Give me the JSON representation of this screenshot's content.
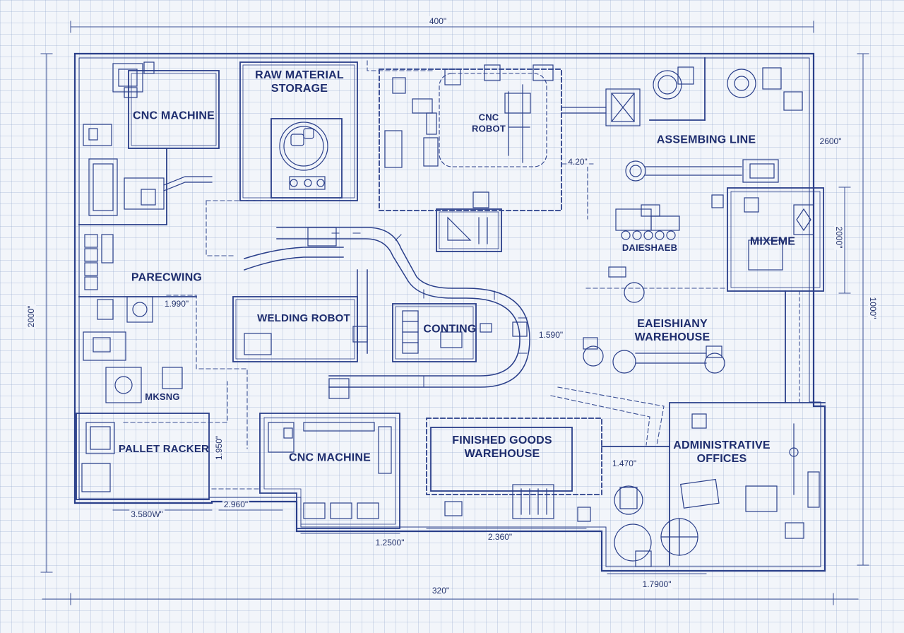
{
  "colors": {
    "ink": "#2a3f8a",
    "ink_light": "#5a6fae",
    "text": "#1e2d6e",
    "paper": "#f2f5fa"
  },
  "rooms": {
    "cnc_machine_top": "CNC MACHINE",
    "raw_material_storage": "RAW MATERIAL\nSTORAGE",
    "cnc_robot": "CNC\nROBOT",
    "assembling_line": "ASSEMBING LINE",
    "daieshaeb": "DAIESHAEB",
    "mixeme": "MIXEME",
    "parecwing": "PARECWING",
    "welding_robot": "WELDING ROBOT",
    "conting": "CONTING",
    "eaeishiany_warehouse": "EAEISHIANY\nWAREHOUSE",
    "mksng": "MKSNG",
    "pallet_racker": "PALLET RACKER",
    "cnc_machine_bottom": "CNC MACHINE",
    "finished_goods_warehouse": "FINISHED GOODS\nWAREHOUSE",
    "administrative_offices": "ADMINISTRATIVE\nOFFICES"
  },
  "dimensions": {
    "top_overall": "400\"",
    "bottom_overall": "320\"",
    "left_overall": "2000\"",
    "right_upper": "2600\"",
    "right_mixeme": "2000\"",
    "right_lower": "1000\"",
    "cnc_robot_right": "4.20\"",
    "parecwing_area": "1.990\"",
    "conting_right": "1.590\"",
    "mksng_right": "1.950\"",
    "pallet_bottom": "3.580W\"",
    "cnc_bottom_left": "2.960\"",
    "cnc_bottom": "1.2500\"",
    "finished_bottom": "2.360\"",
    "admin_inner": "1.470\"",
    "admin_bottom": "1.7900\""
  }
}
